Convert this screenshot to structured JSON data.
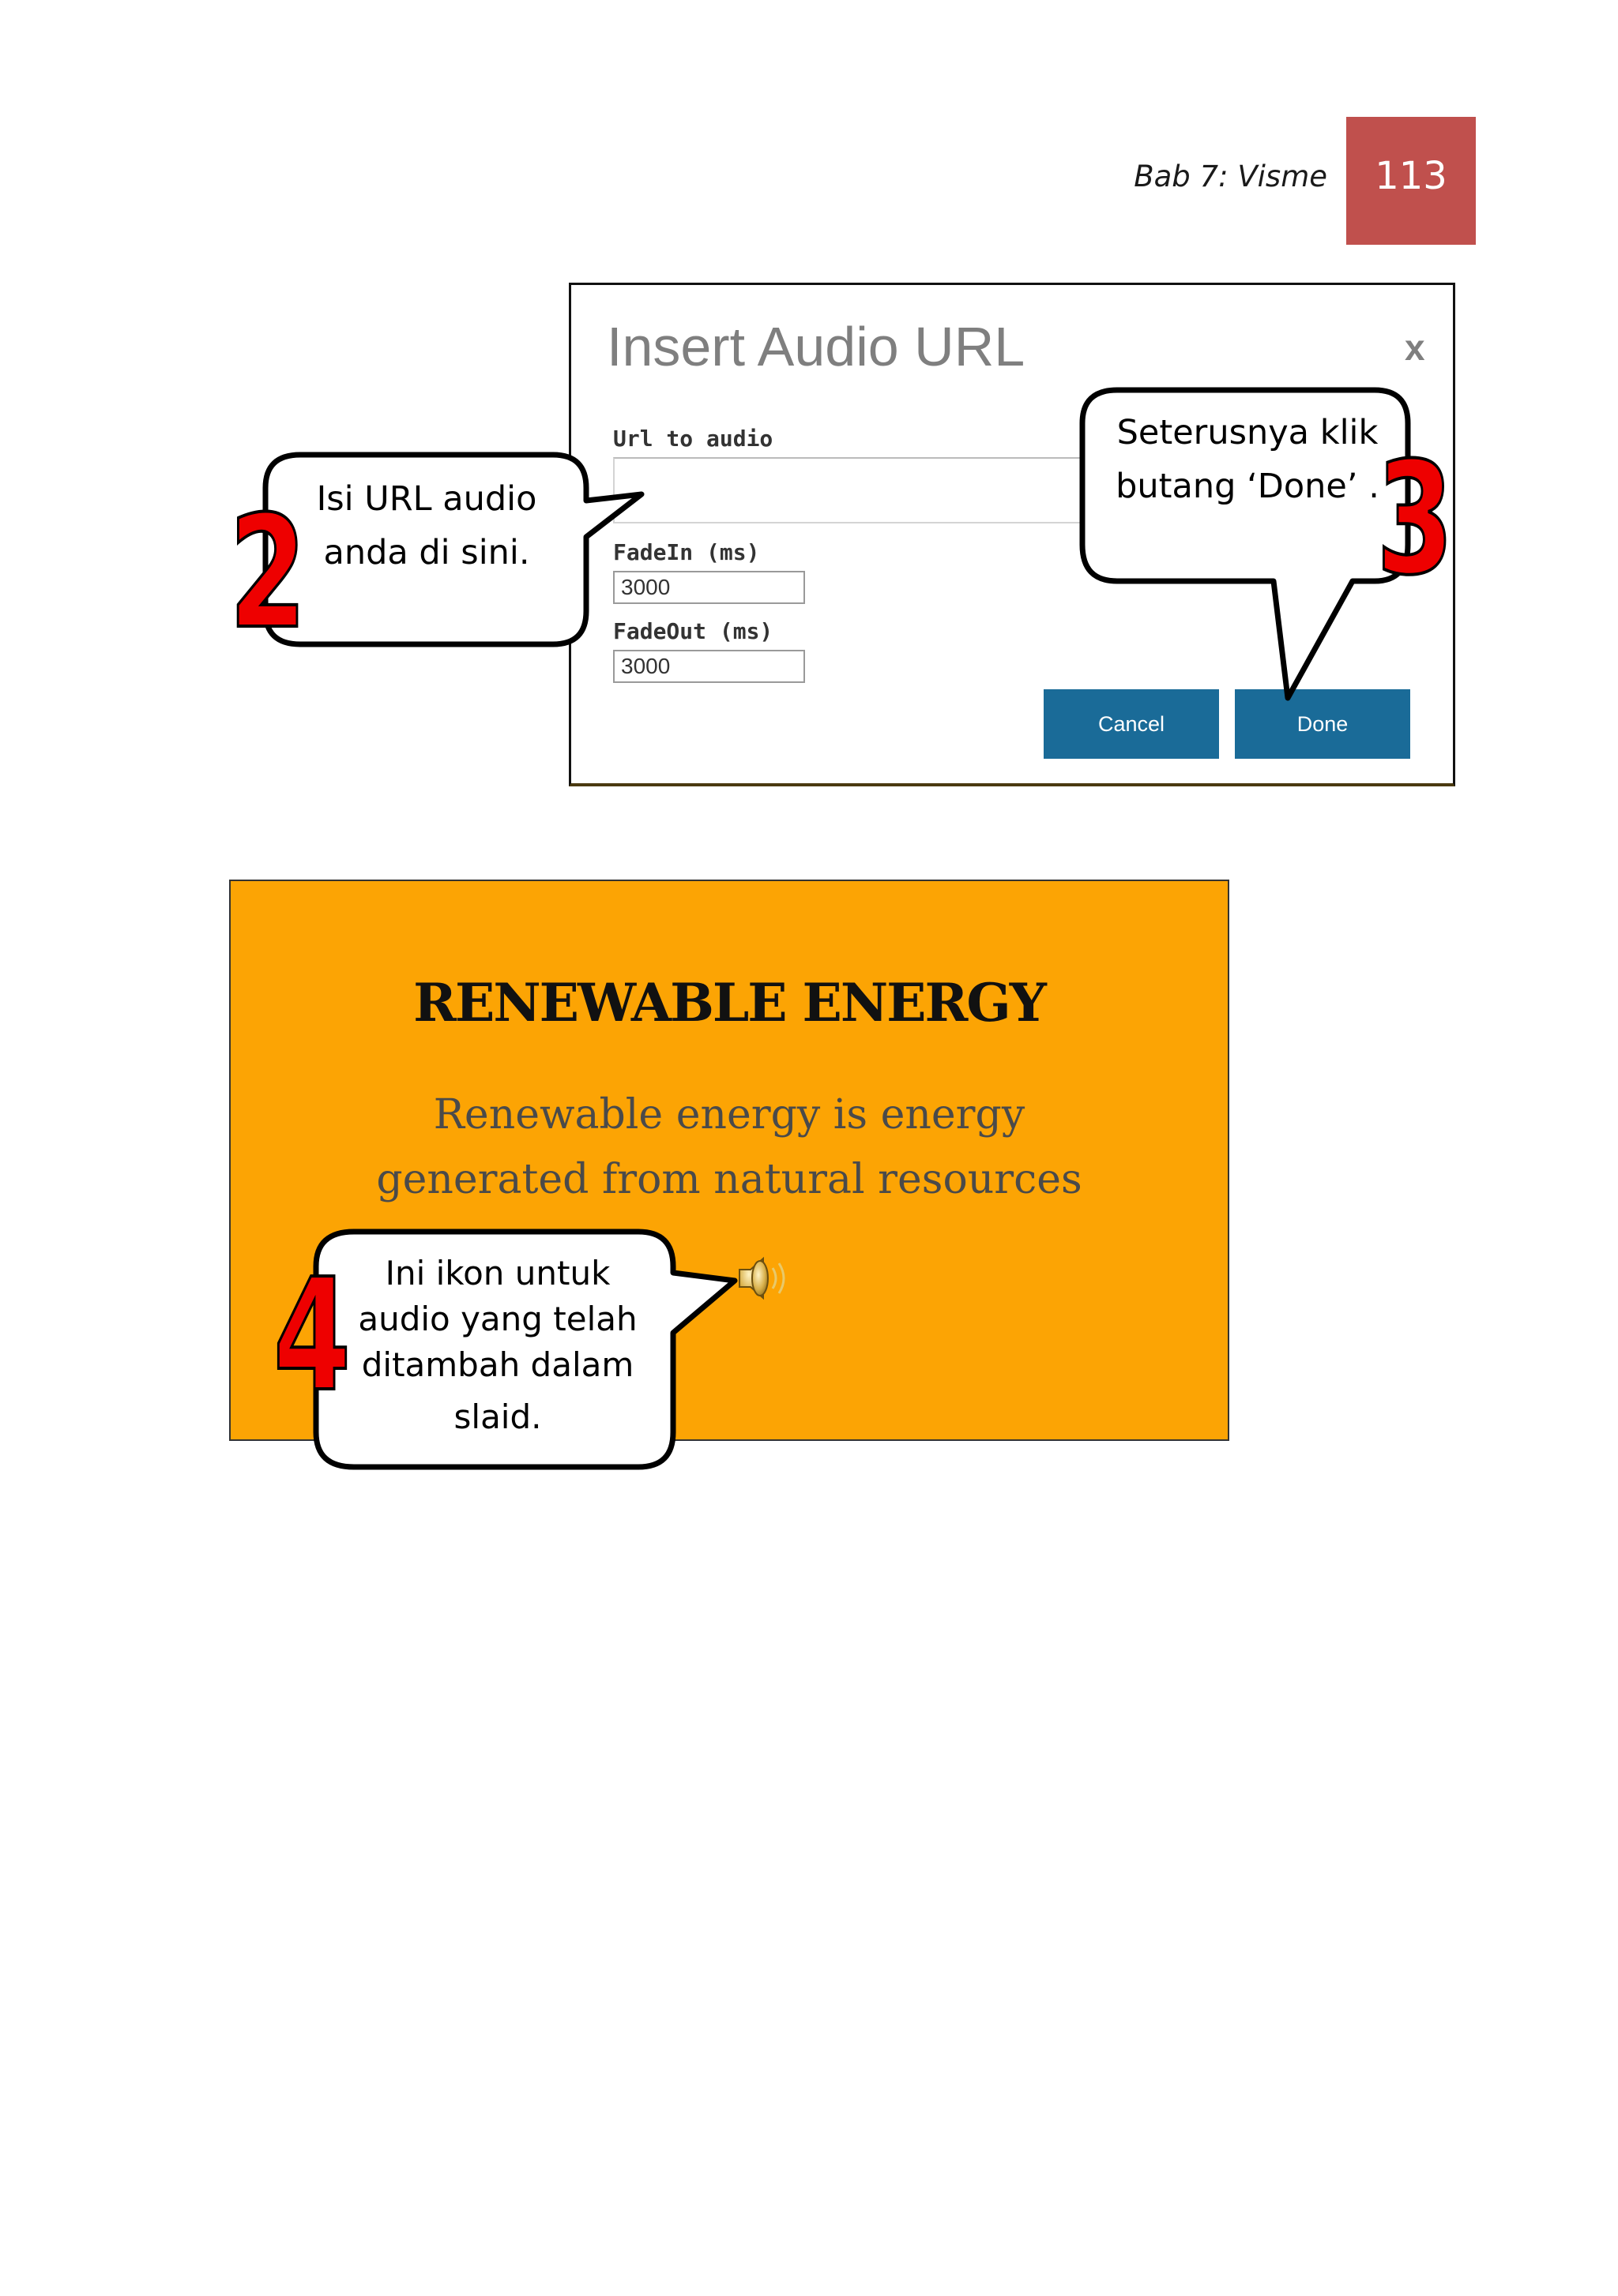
{
  "header": {
    "chapter": "Bab 7: Visme",
    "page_number": "113"
  },
  "dialog": {
    "title": "Insert Audio URL",
    "close_label": "x",
    "url_label": "Url to audio",
    "url_value": "",
    "fadein_label": "FadeIn (ms)",
    "fadein_value": "3000",
    "fadeout_label": "FadeOut (ms)",
    "fadeout_value": "3000",
    "cancel_label": "Cancel",
    "done_label": "Done",
    "button_color": "#1a6b98"
  },
  "callouts": {
    "step2": {
      "number": "2",
      "lines": [
        "Isi URL audio",
        "anda di sini."
      ]
    },
    "step3": {
      "number": "3",
      "lines": [
        "Seterusnya klik",
        "butang ‘Done’ ."
      ]
    },
    "step4": {
      "number": "4",
      "lines": [
        "Ini ikon untuk",
        "audio yang telah",
        "ditambah dalam",
        "slaid."
      ]
    }
  },
  "slide": {
    "title": "RENEWABLE ENERGY",
    "body_lines": [
      "Renewable energy is energy",
      "generated from natural resources"
    ],
    "background": "#fca404",
    "icon": "speaker-icon"
  }
}
